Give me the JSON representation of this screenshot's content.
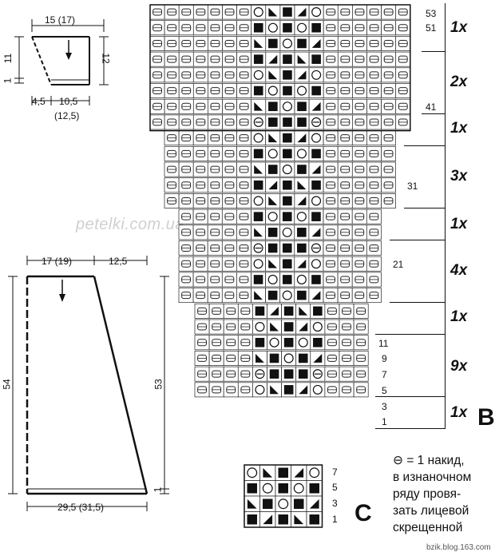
{
  "sleeve_cap_schematic": {
    "top_width": "15 (17)",
    "left_height": "11",
    "right_height": "12",
    "bottom_left": "4,5",
    "bottom_center": "10,5",
    "bottom_center_alt": "(12,5)",
    "mark_left_bottom": "1"
  },
  "body_schematic": {
    "top_left": "17 (19)",
    "top_right": "12,5",
    "left_height": "54",
    "right_height": "53",
    "mark_right_bottom": "1",
    "bottom_width": "29,5 (31,5)"
  },
  "chart_b": {
    "label": "B",
    "row_numbers": [
      "53",
      "51",
      "41",
      "31",
      "21",
      "11",
      "9",
      "7",
      "5",
      "3",
      "1"
    ],
    "repeats": [
      "1x",
      "2x",
      "1x",
      "3x",
      "1x",
      "4x",
      "1x",
      "9x",
      "1x"
    ]
  },
  "chart_c": {
    "label": "C",
    "row_numbers": [
      "7",
      "5",
      "3",
      "1"
    ]
  },
  "legend": {
    "symbol": "⊖",
    "lines": [
      "= 1 накид,",
      "в изнаночном",
      "ряду провя-",
      "зать лицевой",
      "скрещенной"
    ]
  },
  "watermark": "petelki.com.ua",
  "source_mark": "bzik.blog.163.com"
}
